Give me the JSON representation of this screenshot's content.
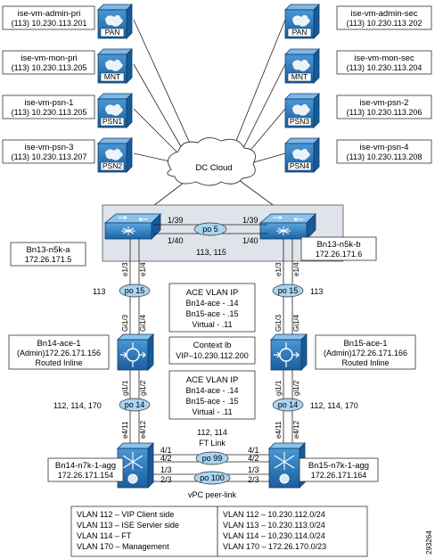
{
  "servers_left": [
    {
      "name": "ise-vm-admin-pri",
      "ip": "(113) 10.230.113.201",
      "role": "PAN"
    },
    {
      "name": "ise-vm-mon-pri",
      "ip": "(113) 10.230.113.205",
      "role": "MNT"
    },
    {
      "name": "ise-vm-psn-1",
      "ip": "(113) 10.230.113.205",
      "role": "PSN1"
    },
    {
      "name": "ise-vm-psn-3",
      "ip": "(113) 10.230.113.207",
      "role": "PSN2"
    }
  ],
  "servers_right": [
    {
      "name": "ise-vm-admin-sec",
      "ip": "(113) 10.230.113.202",
      "role": "PAN"
    },
    {
      "name": "ise-vm-mon-sec",
      "ip": "(113) 10.230.113.204",
      "role": "MNT"
    },
    {
      "name": "ise-vm-psn-2",
      "ip": "(113) 10.230.113.206",
      "role": "PSN3"
    },
    {
      "name": "ise-vm-psn-4",
      "ip": "(113) 10.230.113.208",
      "role": "PSN4"
    }
  ],
  "cloud_label": "DC Cloud",
  "n5k_a": {
    "name": "Bn13-n5k-a",
    "ip": "172.26.171.5"
  },
  "n5k_b": {
    "name": "Bn13-n5k-b",
    "ip": "172.26.171.6"
  },
  "n5k_ports": {
    "a_top": "1/39",
    "b_top": "1/39",
    "a_bot": "1/40",
    "b_bot": "1/40",
    "po": "po 5",
    "vlans": "113, 115"
  },
  "uplinks": {
    "left_e_a": "e1/3",
    "left_e_b": "e1/4",
    "right_e_a": "e1/3",
    "right_e_b": "e1/4",
    "left_vlan": "113",
    "right_vlan": "113",
    "left_po": "po 15",
    "right_po": "po 15",
    "left_gi_a": "Gi1/3",
    "left_gi_b": "Gi1/4",
    "right_gi_a": "Gi1/3",
    "right_gi_b": "Gi1/4"
  },
  "ace_vlan_top": {
    "title": "ACE VLAN IP",
    "line1": "Bn14-ace - .14",
    "line2": "Bn15-ace - .15",
    "line3": "Virtual - .11"
  },
  "context": {
    "title": "Context lb",
    "vip": "VIP–10.230.112.200"
  },
  "ace_vlan_bottom": {
    "title": "ACE VLAN IP",
    "line1": "Bn14-ace - .14",
    "line2": "Bn15-ace - .15",
    "line3": "Virtual - .11"
  },
  "ace_left": {
    "name": "Bn14-ace-1",
    "ip": "(Admin)172.26.171.156",
    "mode": "Routed Inline"
  },
  "ace_right": {
    "name": "Bn15-ace-1",
    "ip": "(Admin)172.26.171.166",
    "mode": "Routed Inline"
  },
  "downlinks": {
    "left_gi_a": "gi1/1",
    "left_gi_b": "gi1/2",
    "right_gi_a": "gi1/1",
    "right_gi_b": "gi1/2",
    "left_vlans": "112, 114, 170",
    "right_vlans": "112, 114, 170",
    "left_po": "po 14",
    "right_po": "po 14",
    "left_e_a": "e4/11",
    "left_e_b": "e4/12",
    "right_e_a": "e4/11",
    "right_e_b": "e4/12"
  },
  "ft_link": {
    "vlans": "112, 114",
    "label": "FT Link"
  },
  "n7k_a": {
    "name": "Bn14-n7k-1-agg",
    "ip": "172.26.171.154"
  },
  "n7k_b": {
    "name": "Bn15-n7k-1-agg",
    "ip": "172.26.171.164"
  },
  "n7k_ports": {
    "a1": "4/1",
    "a2": "4/2",
    "a3": "1/3",
    "a4": "2/3",
    "b1": "4/1",
    "b2": "4/2",
    "b3": "1/3",
    "b4": "2/3",
    "po_ft": "po 99",
    "po_vpc": "po 100"
  },
  "vpc_label": "vPC peer-link",
  "legend_left": [
    "VLAN 112 – VIP Client side",
    "VLAN 113 – ISE Servier side",
    "VLAN 114 – FT",
    "VLAN 170 – Management"
  ],
  "legend_right": [
    "VLAN 112 – 10.230.112.0/24",
    "VLAN 113 – 10.230.113.0/24",
    "VLAN 114 – 10.230.114.0/24",
    "VLAN 170 – 172.26.170.0/23"
  ],
  "figure_id": "293264",
  "colors": {
    "device_blue": "#1f6fb5",
    "oval_blue": "#a9d4f2",
    "band_grey": "#dfe3ea"
  }
}
